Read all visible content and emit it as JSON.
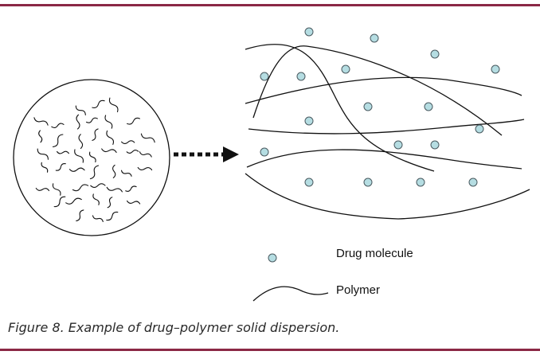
{
  "colors": {
    "rule": "#8b2845",
    "drug_fill": "#b5dde2",
    "drug_stroke": "#4a5a60",
    "line": "#111111"
  },
  "legend": {
    "drug_label": "Drug molecule",
    "polymer_label": "Polymer"
  },
  "caption": "Figure 8. Example of drug–polymer solid dispersion."
}
